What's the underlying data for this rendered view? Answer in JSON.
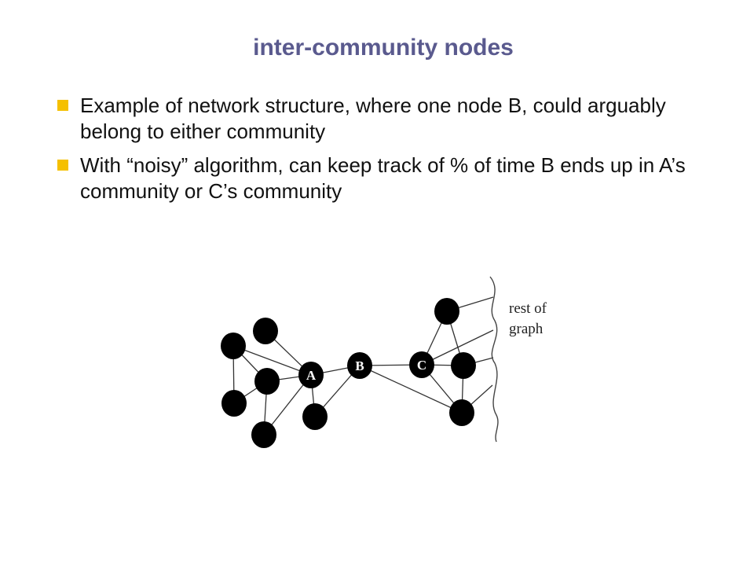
{
  "slide": {
    "title": "inter-community nodes",
    "bullets": [
      "Example of network structure, where one node B, could arguably belong to either community",
      "With “noisy” algorithm, can keep track of % of time B ends up in A’s community or C’s community"
    ],
    "bullet_color": "#f5c000",
    "title_color": "#5a5a8e"
  },
  "graph": {
    "labels": {
      "a": "A",
      "b": "B",
      "c": "C"
    },
    "rest_label_line1": "rest of",
    "rest_label_line2": "graph"
  }
}
